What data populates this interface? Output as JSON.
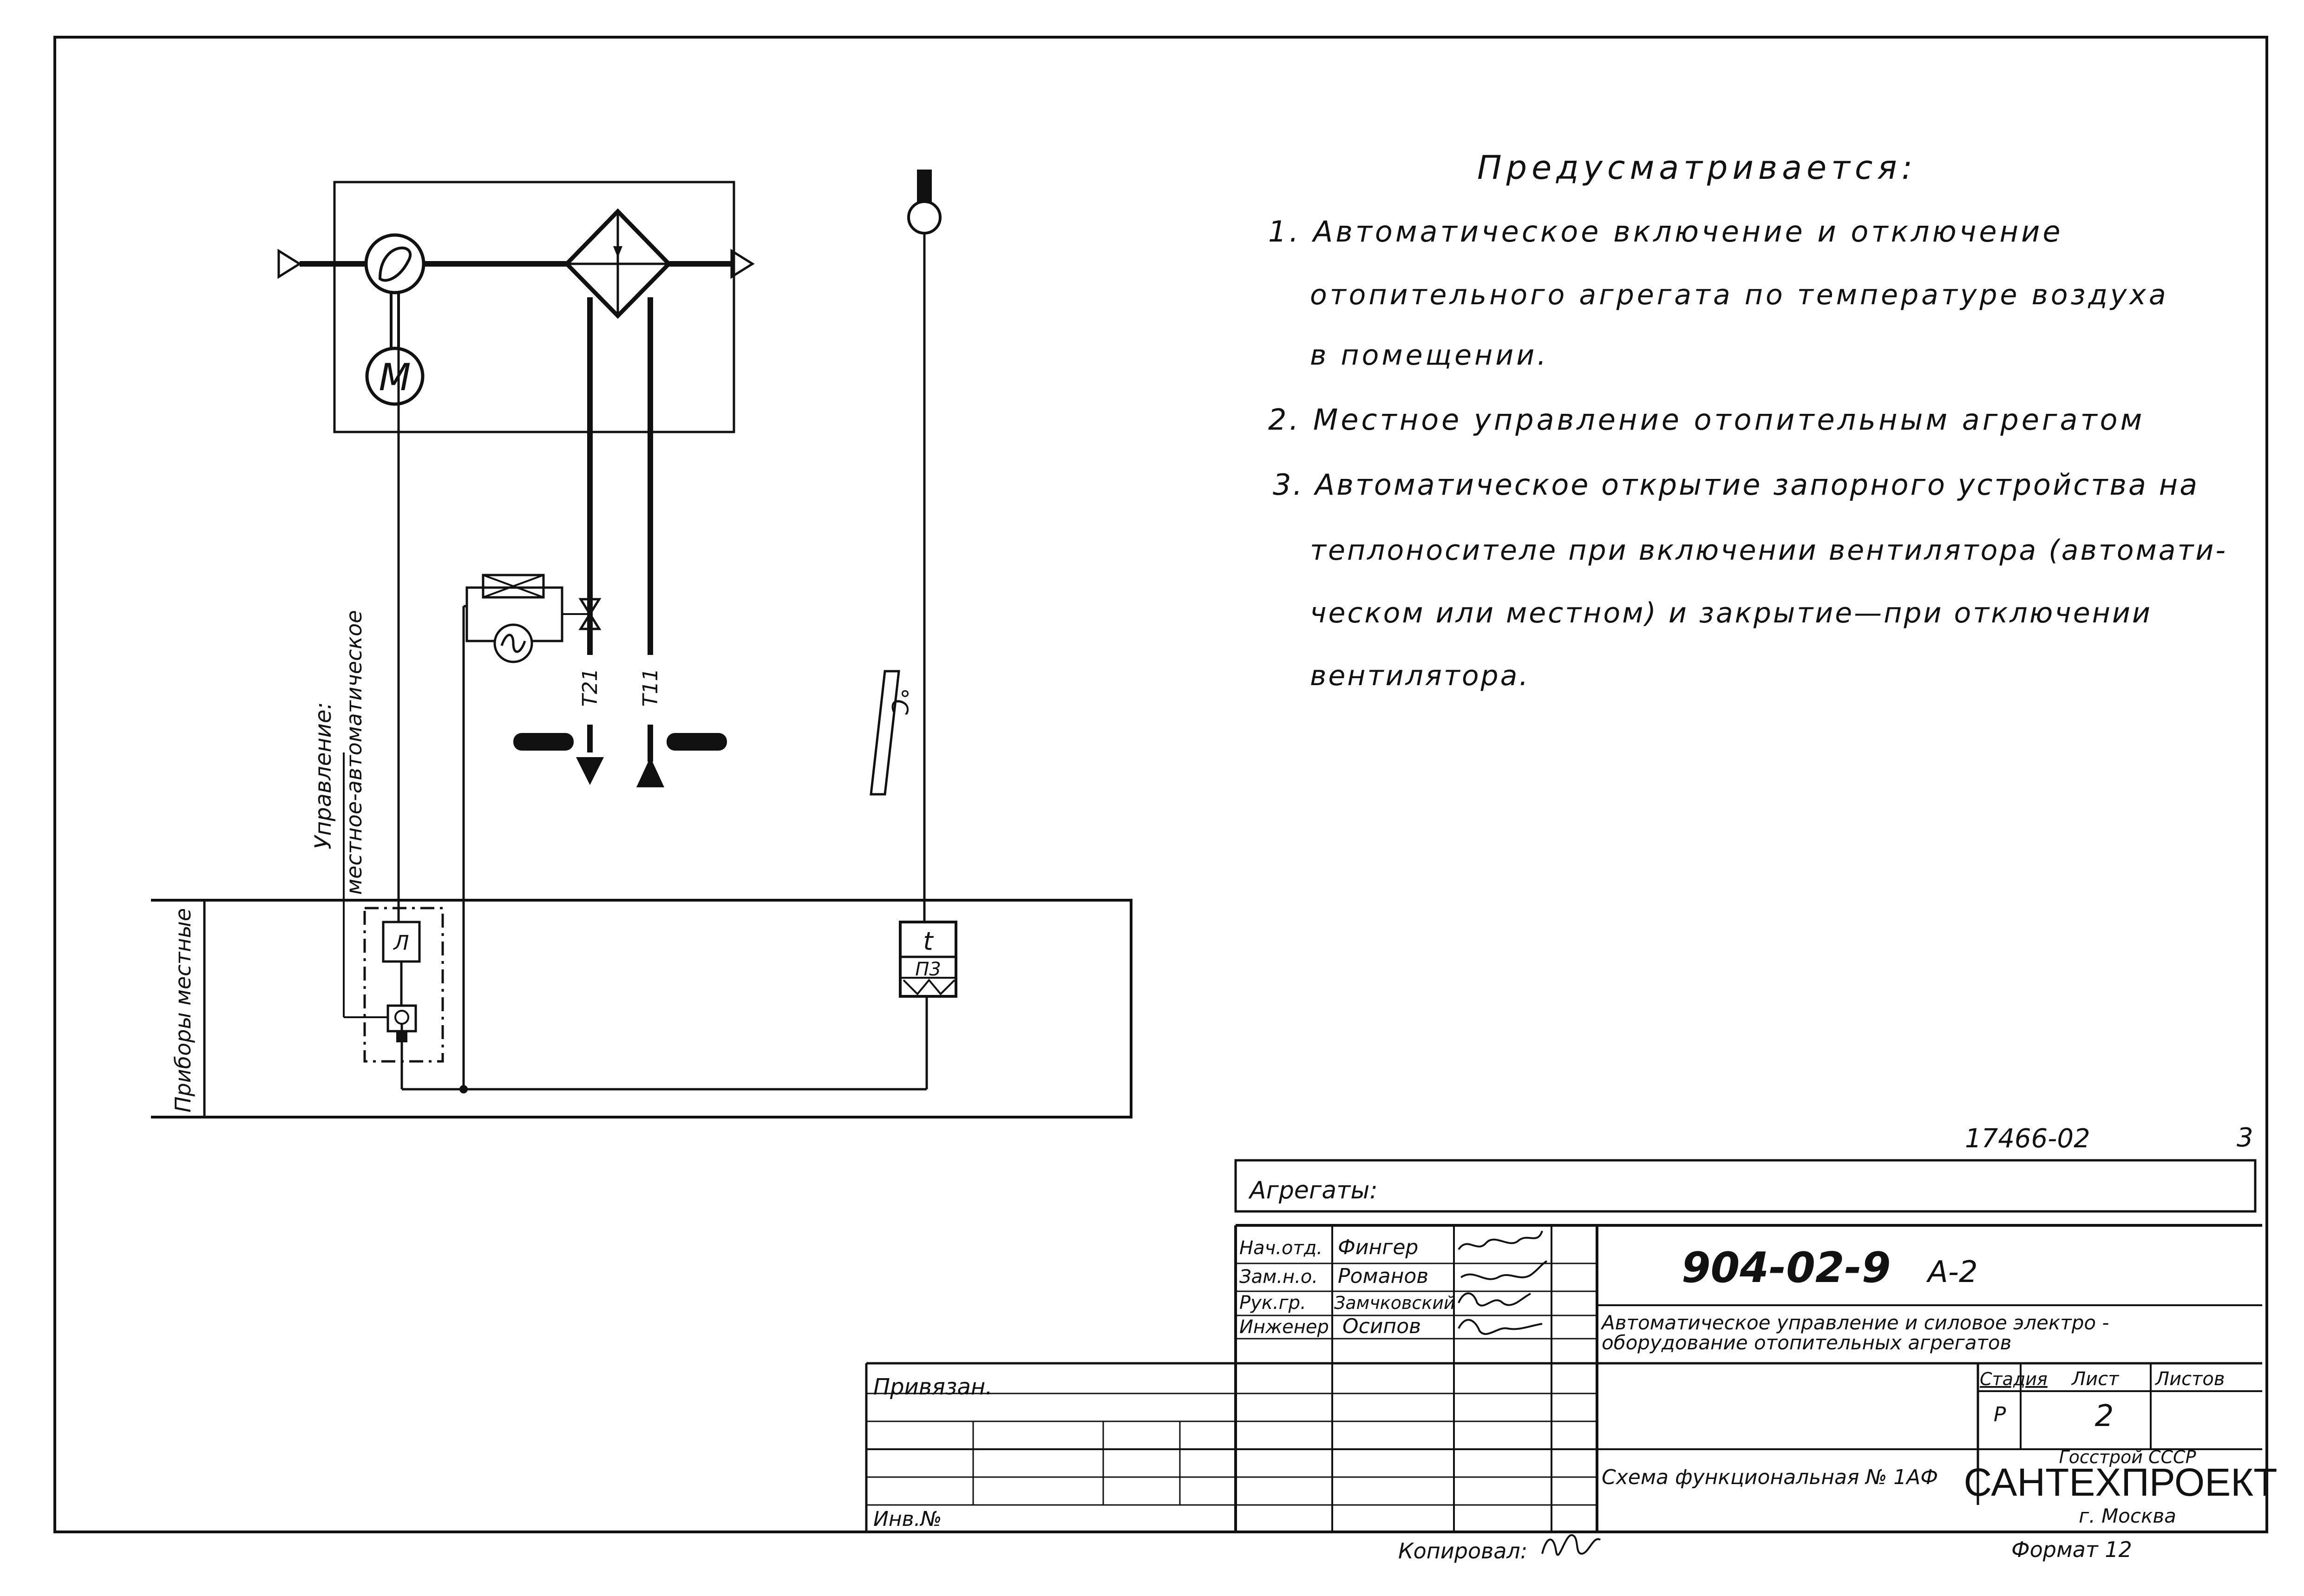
{
  "notes": {
    "title": "Предусматривается:",
    "lines": [
      "1. Автоматическое включение и отключение",
      "отопительного агрегата по температуре воздуха",
      "в помещении.",
      "2. Местное управление отопительным агрегатом",
      "3. Автоматическое открытие запорного устройства на",
      "теплоносителе при включении вентилятора (автомати-",
      "ческом или местном) и закрытие—при отключении",
      "вентилятора."
    ]
  },
  "diagram": {
    "motor_symbol": "M",
    "pipe_supply": "T21",
    "pipe_return": "T11",
    "temperature_unit": "°C",
    "control_label_1": "Управление:",
    "control_label_2": "местное-автоматическое",
    "panel_label": "Приборы местные",
    "device_l": "Л",
    "device_t": "t",
    "device_p3": "П3"
  },
  "title_block": {
    "doc_number_top": "17466-02",
    "sheet_index": "3",
    "subject": "Агрегаты:",
    "roles": [
      {
        "role": "Нач.отд.",
        "name": "Фингер"
      },
      {
        "role": "Зам.н.о.",
        "name": "Романов"
      },
      {
        "role": "Рук.гр.",
        "name": "Замчковский"
      },
      {
        "role": "Инженер",
        "name": "Осипов"
      }
    ],
    "project_code": "904-02-9",
    "album": "А-2",
    "description": "Автоматическое управление и силовое электро-оборудование отопительных агрегатов",
    "description_line1": "Автоматическое управление и силовое электро -",
    "description_line2": "оборудование отопительных агрегатов",
    "stage_header": "Стадия",
    "sheet_header": "Лист",
    "sheets_header": "Листов",
    "stage": "Р",
    "sheet": "2",
    "drawing_name": "Схема функциональная № 1АФ",
    "org_top": "Госстрой СССР",
    "org_name": "САНТЕХПРОЕКТ",
    "org_city": "г. Москва",
    "bound": "Привязан.",
    "inventory": "Инв.№",
    "copied_by": "Копировал:",
    "format": "Формат 12"
  }
}
